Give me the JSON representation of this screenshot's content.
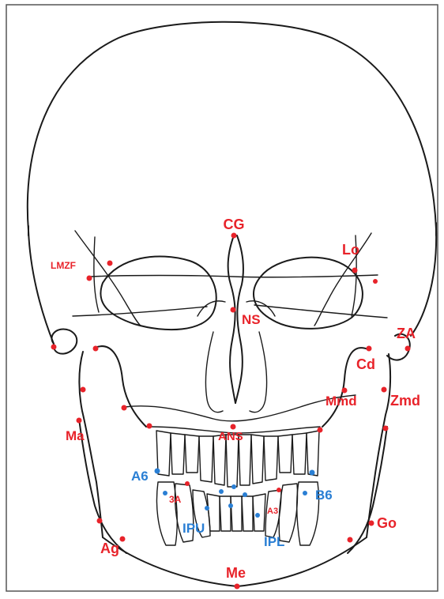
{
  "figure": {
    "colors": {
      "landmark_red": "#e8232a",
      "landmark_blue": "#2a7fd4",
      "outline": "#1a1a1a"
    },
    "landmarks": {
      "cg": "CG",
      "lo": "Lo",
      "lmzf": "LMZF",
      "ns": "NS",
      "za": "ZA",
      "cd": "Cd",
      "mmd": "Mmd",
      "zmd": "Zmd",
      "ma": "Ma",
      "ans": "ANS",
      "a6": "A6",
      "b6": "B6",
      "a3_left": "3A",
      "a3_right": "A3",
      "ipu": "IPU",
      "ipl": "IPL",
      "go": "Go",
      "ag": "Ag",
      "me": "Me"
    }
  }
}
